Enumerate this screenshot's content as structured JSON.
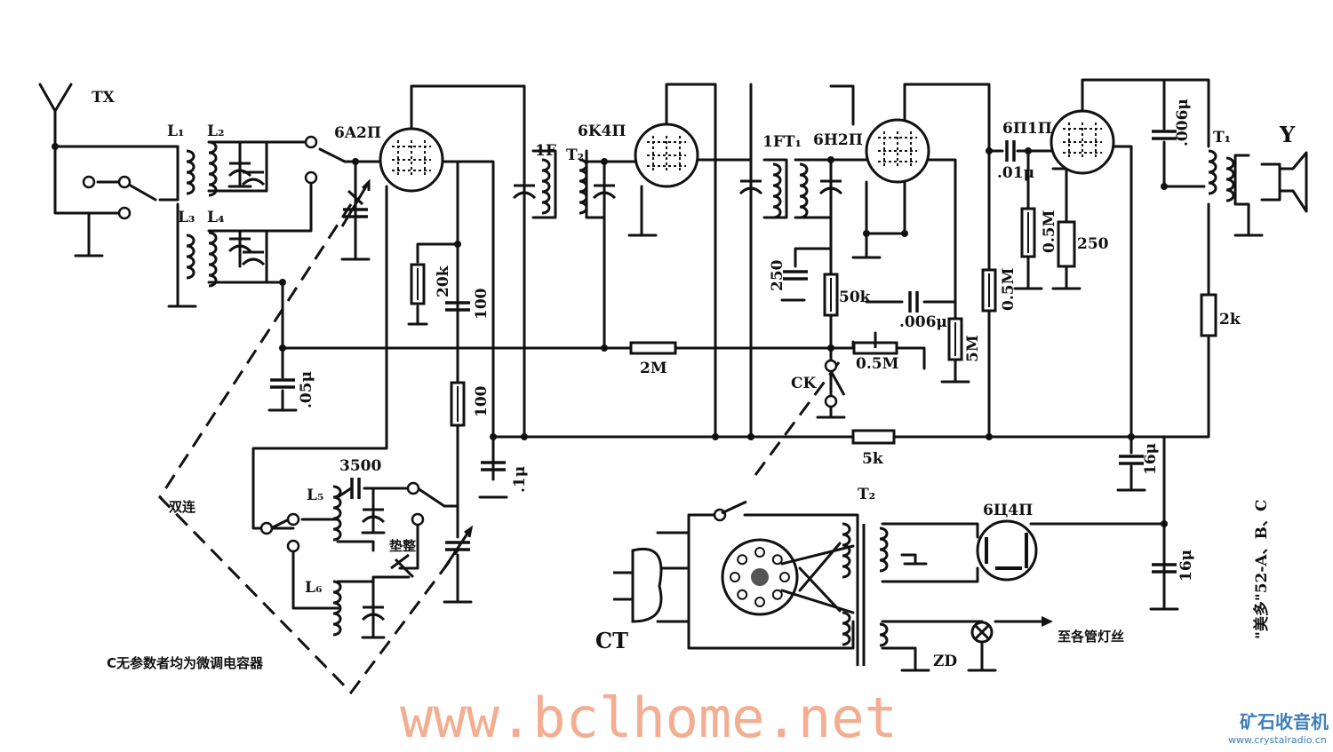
{
  "title": "\"美多\"52-A、B、C",
  "labels": {
    "antenna": "TX",
    "L1": "L₁",
    "L2": "L₂",
    "L3": "L₃",
    "L4": "L₄",
    "L5": "L₅",
    "L6": "L₆",
    "tube1": "6A2П",
    "tube2": "6K4П",
    "tube3": "6H2П",
    "tube4": "6П1П",
    "rect": "6Ц4П",
    "c_05": ".05μ",
    "r_20k": "20k",
    "c_100a": "100",
    "r_100b": "100",
    "c_1": ".1μ",
    "if1": "1F",
    "t2a": "T₂",
    "r_2M": "2M",
    "ift1": "1FT₁",
    "c_250a": "250",
    "r_50k": "50k",
    "c_006a": ".006μ",
    "r_5M": "5M",
    "pot": "0.5M",
    "ck": "CK",
    "r_5k": "5k",
    "c_01": ".01μ",
    "r_05a": "0.5M",
    "r_250b": "250",
    "r_05b": "0.5M",
    "c_006b": ".006μ",
    "t1": "T₁",
    "speaker": "Y",
    "r_2k": "2k",
    "c_16a": "16μ",
    "c_16b": "16μ",
    "t2b": "T₂",
    "plug": "CT",
    "lamp": "ZD",
    "filament": "至各管灯丝",
    "gang": "双连",
    "c_3500": "3500",
    "padder": "垫整",
    "note": "C无参数者均为微调电容器"
  },
  "watermark": "www.bclhome.net",
  "logo": {
    "name": "矿石收音机",
    "url": "www.crystalradio.cn"
  }
}
